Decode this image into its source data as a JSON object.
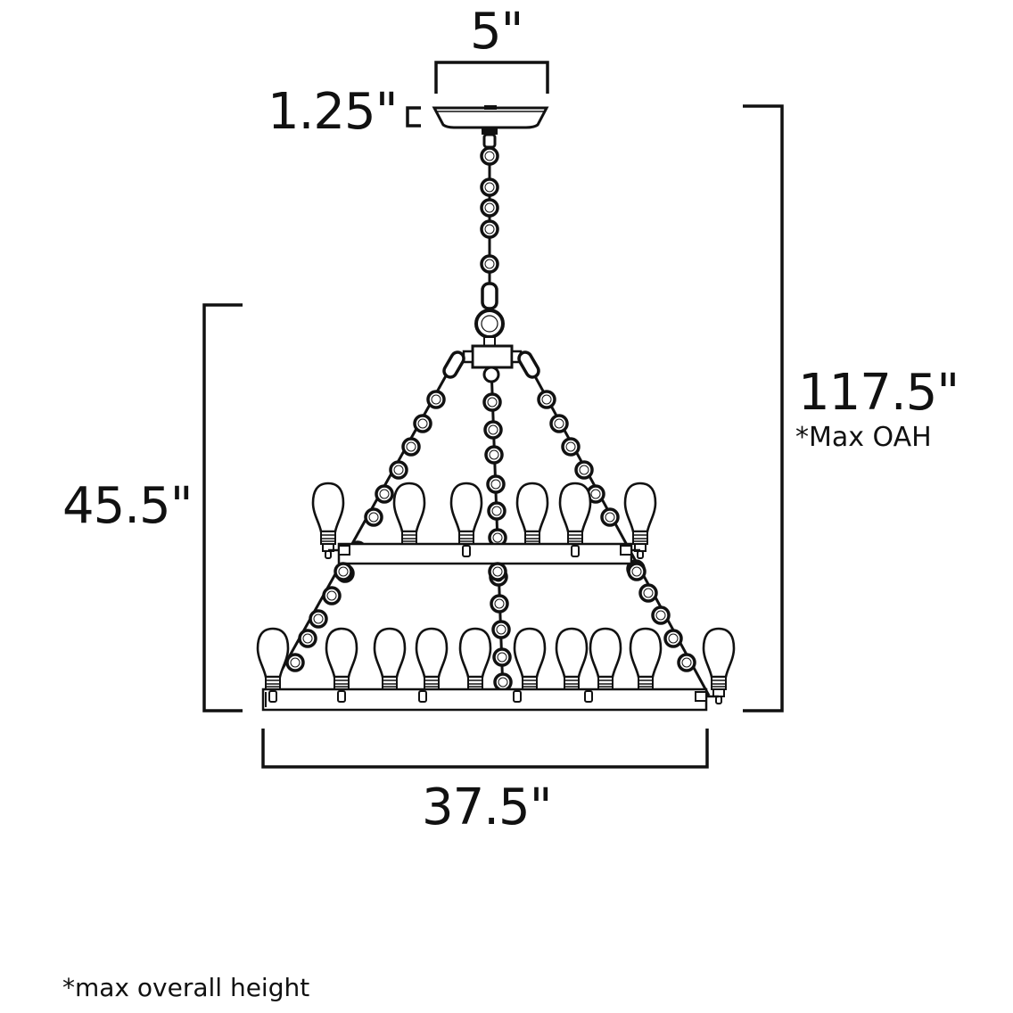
{
  "diagram": {
    "type": "product-dimension-drawing",
    "subject": "two-tier chandelier with chain suspension",
    "line_color": "#111111",
    "background": "#ffffff"
  },
  "dimensions": {
    "canopy_width": {
      "label": "5\"",
      "value_in": 5
    },
    "canopy_height": {
      "label": "1.25\"",
      "value_in": 1.25
    },
    "overall_height": {
      "label": "117.5\"",
      "value_in": 117.5,
      "note": "*Max OAH"
    },
    "fixture_height": {
      "label": "45.5\"",
      "value_in": 45.5
    },
    "fixture_width": {
      "label": "37.5\"",
      "value_in": 37.5
    }
  },
  "components": {
    "upper_tier_bulbs": 6,
    "lower_tier_bulbs": 10,
    "suspension_chains": 3,
    "bulb_style": "vintage-edison-st"
  },
  "footnote": "*max overall height"
}
